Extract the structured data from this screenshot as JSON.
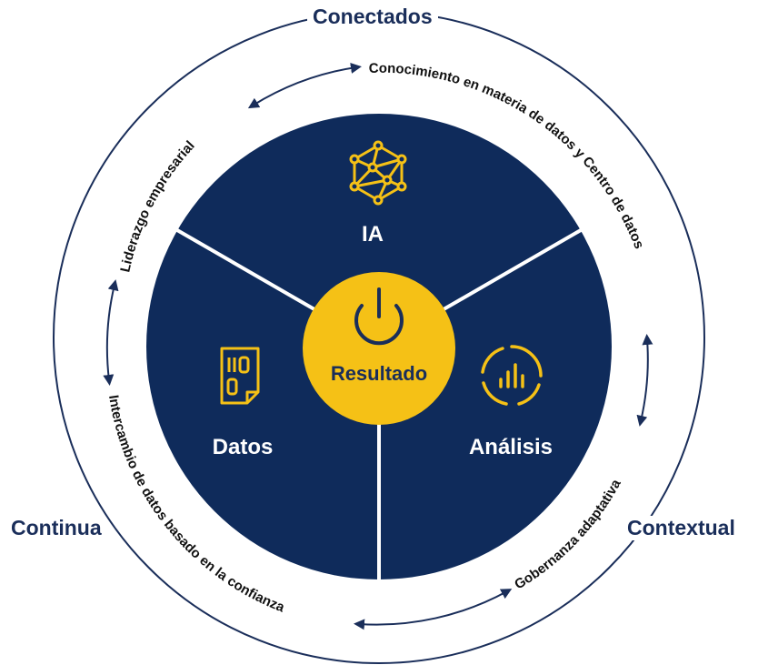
{
  "outer_labels": {
    "top": "Conectados",
    "left": "Continua",
    "right": "Contextual"
  },
  "arc_labels": {
    "top_right": "Conocimiento en materia de datos y Centro de datos",
    "top_left": "Liderazgo empresarial",
    "bottom_left": "Intercambio de datos basado en la confianza",
    "bottom_right": "Gobernanza adaptativa"
  },
  "segments": {
    "top": {
      "label": "IA",
      "icon": "neural-network-icon"
    },
    "left": {
      "label": "Datos",
      "icon": "binary-document-icon"
    },
    "right": {
      "label": "Análisis",
      "icon": "analytics-chart-icon"
    }
  },
  "center": {
    "label": "Resultado",
    "icon": "power-icon"
  },
  "colors": {
    "navy": "#0f2b5b",
    "gold": "#f5c116",
    "text_dark": "#1a2e5a",
    "ring": "#1a2e5a"
  }
}
